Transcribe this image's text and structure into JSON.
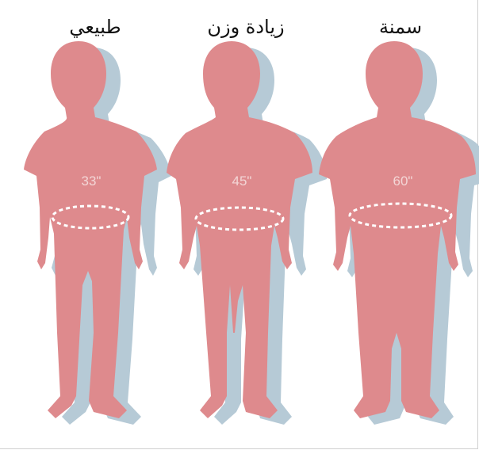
{
  "figures": [
    {
      "label": "طبيعي",
      "waist": "33\""
    },
    {
      "label": "زيادة وزن",
      "waist": "45\""
    },
    {
      "label": "سمنة",
      "waist": "60\""
    }
  ],
  "colors": {
    "body": "#de8a8d",
    "shadow": "#b6cad6",
    "waist_line": "#ffffff"
  }
}
